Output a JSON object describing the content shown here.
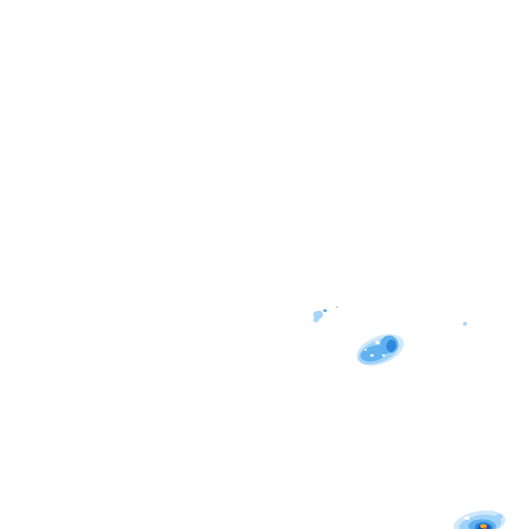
{
  "radar_overlay": {
    "background": "#ffffff",
    "palette": {
      "very_light": "#cfe8fb",
      "light": "#9fd2f7",
      "medium": "#5fb0ee",
      "strong": "#2f86db",
      "very_strong": "#1456b8",
      "heavy": "#f5a623",
      "extreme": "#e8552b"
    },
    "echoes": [
      {
        "name": "small-echo-left",
        "levels": [
          "light",
          "medium"
        ]
      },
      {
        "name": "central-cell",
        "levels": [
          "very_light",
          "light",
          "medium",
          "strong"
        ]
      },
      {
        "name": "tiny-echo-right",
        "levels": [
          "light"
        ]
      },
      {
        "name": "bottom-right-cell",
        "levels": [
          "very_light",
          "light",
          "medium",
          "strong",
          "very_strong",
          "heavy",
          "extreme"
        ]
      }
    ]
  }
}
